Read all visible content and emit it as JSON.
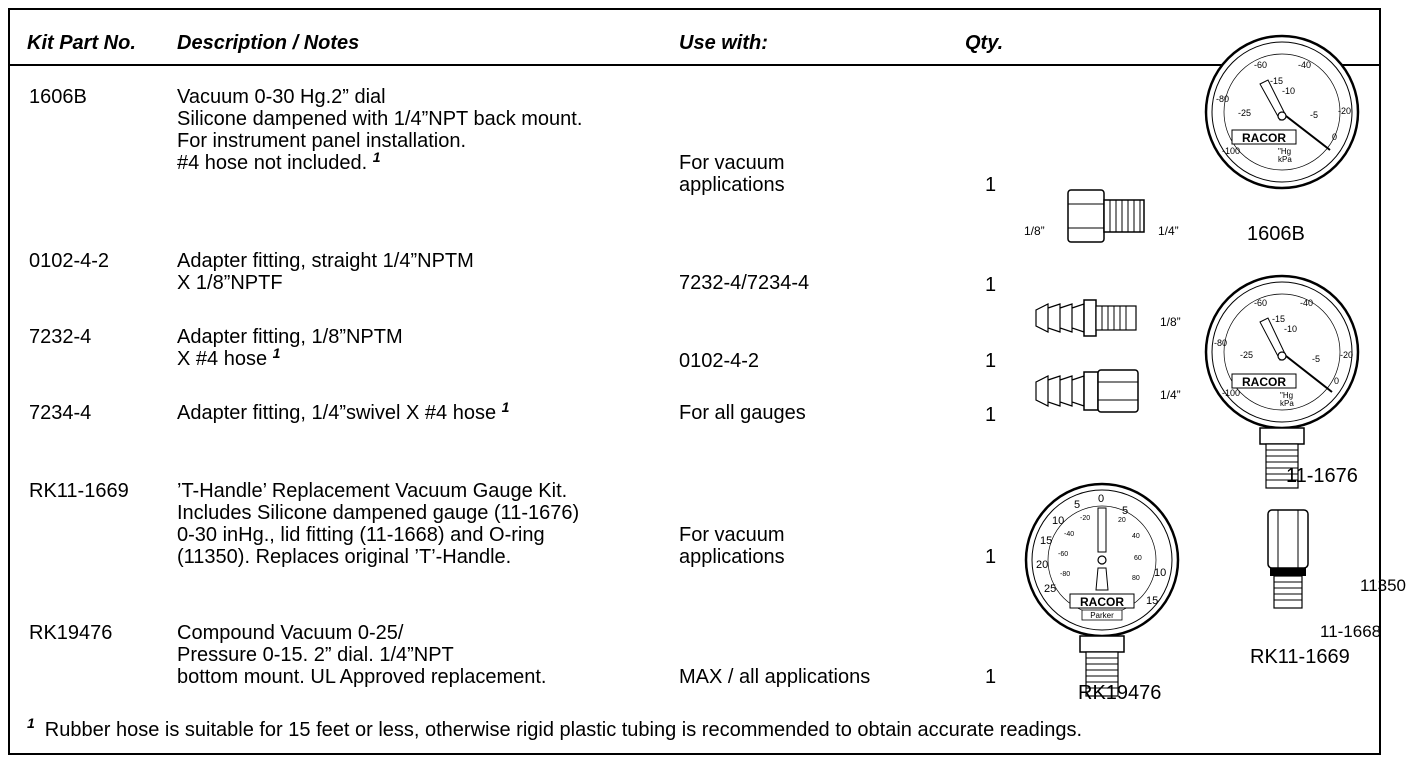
{
  "headers": {
    "part": "Kit Part No.",
    "description": "Description / Notes",
    "use_with": "Use with:",
    "qty": "Qty."
  },
  "footnote_marker": "1",
  "rows": [
    {
      "part": "1606B",
      "desc": [
        "Vacuum 0-30 Hg.2” dial",
        "Silicone dampened with 1/4”NPT back mount.",
        "For instrument panel installation.",
        "#4 hose not included."
      ],
      "use": [
        "For vacuum",
        "applications"
      ],
      "qty": "1"
    },
    {
      "part": "0102-4-2",
      "desc": [
        "Adapter fitting, straight 1/4”NPTM",
        "X 1/8”NPTF"
      ],
      "use": [
        "7232-4/7234-4"
      ],
      "qty": "1"
    },
    {
      "part": "7232-4",
      "desc": [
        "Adapter fitting, 1/8”NPTM",
        "X #4 hose"
      ],
      "use": [
        "0102-4-2"
      ],
      "qty": "1"
    },
    {
      "part": "7234-4",
      "desc": [
        "Adapter fitting, 1/4”swivel X #4 hose"
      ],
      "use": [
        "For all gauges"
      ],
      "qty": "1"
    },
    {
      "part": "RK11-1669",
      "desc": [
        "’T-Handle’ Replacement Vacuum Gauge Kit.",
        "Includes Silicone dampened gauge (11-1676)",
        "0-30 inHg., lid fitting (11-1668) and O-ring",
        "(11350). Replaces original ’T’-Handle."
      ],
      "use": [
        "For vacuum",
        "applications"
      ],
      "qty": "1"
    },
    {
      "part": "RK19476",
      "desc": [
        "Compound Vacuum 0-25/",
        "Pressure 0-15. 2” dial. 1/4”NPT",
        "bottom mount. UL Approved replacement."
      ],
      "use": [
        "MAX / all applications"
      ],
      "qty": "1"
    }
  ],
  "footnote": "Rubber hose is suitable for 15 feet or less, otherwise rigid plastic tubing is recommended to obtain accurate readings.",
  "illustrations": {
    "gauge_1606b_label": "1606B",
    "fitting_0102_left": "1/8”",
    "fitting_0102_right": "1/4”",
    "fitting_7232_label": "1/8”",
    "fitting_7234_label": "1/4”",
    "gauge_11_1676_label": "11-1676",
    "fitting_11350_label": "11350",
    "fitting_11_1668_label": "11-1668",
    "kit_rk11_1669_label": "RK11-1669",
    "gauge_rk19476_label": "RK19476",
    "brand": "RACOR",
    "sub_brand": "Parker",
    "vac_scale_hg": [
      "-5",
      "-10",
      "-15",
      "-20",
      "-25"
    ],
    "vac_scale_kpa": [
      "-20",
      "-40",
      "-60",
      "-80",
      "-100"
    ],
    "vac_units": [
      "\"Hg",
      "kPa"
    ],
    "vac_zero": "0",
    "compound_outer": [
      "25",
      "20",
      "15",
      "10",
      "5",
      "0",
      "5",
      "10",
      "15"
    ],
    "compound_inner": [
      "-80",
      "-60",
      "-40",
      "-20",
      "20",
      "40",
      "60",
      "80"
    ]
  }
}
